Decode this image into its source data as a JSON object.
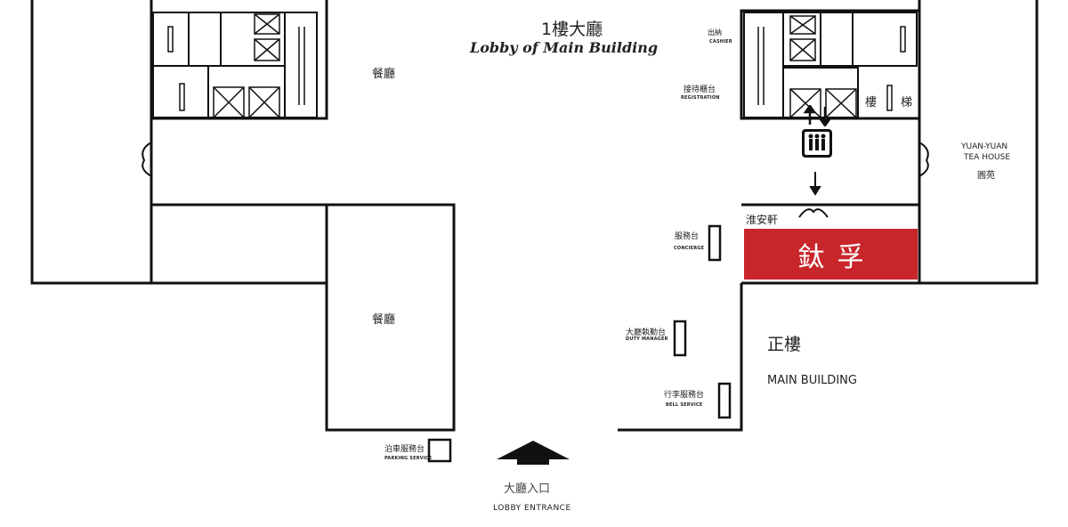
{
  "map": {
    "title_cn": "1樓大廳",
    "title_en": "Lobby of Main Building",
    "highlight_label": "鈦孚",
    "highlight_color": "#c8262b",
    "labels": {
      "dining_upper": "餐廳",
      "dining_lower": "餐廳",
      "cashier_cn": "出納",
      "cashier_en": "CASHIER",
      "registration_cn": "接待櫃台",
      "registration_en": "REGISTRATION",
      "stairs_char1": "樓",
      "stairs_char2": "梯",
      "teahouse_en_1": "YUAN-YUAN",
      "teahouse_en_2": "TEA HOUSE",
      "teahouse_cn": "圓苑",
      "huaian": "淮安軒",
      "concierge_cn": "服務台",
      "concierge_en": "CONCIERGE",
      "duty_manager_cn": "大廳執勤台",
      "duty_manager_en": "DUTY MANAGER",
      "bell_service_cn": "行李服務台",
      "bell_service_en": "BELL SERVICE",
      "parking_cn": "泊車服務台",
      "parking_en": "PARKING SERVICE",
      "main_building_cn": "正樓",
      "main_building_en": "MAIN BUILDING",
      "entrance_cn": "大廳入口",
      "entrance_en": "LOBBY ENTRANCE"
    },
    "icons": [
      "elevator-icon",
      "entrance-arrow-icon",
      "down-arrow-icon"
    ]
  }
}
